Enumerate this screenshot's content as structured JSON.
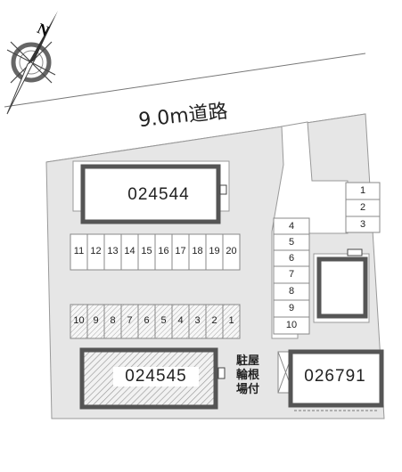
{
  "compass": {
    "icon": "compass-rose-north-icon",
    "north_label": "N"
  },
  "road": {
    "label": "9.0m道路"
  },
  "buildings": [
    {
      "id": "024544",
      "label": "024544"
    },
    {
      "id": "024545",
      "label": "024545"
    },
    {
      "id": "026791",
      "label": "026791"
    }
  ],
  "parking": {
    "top_row": [
      "11",
      "12",
      "13",
      "14",
      "15",
      "16",
      "17",
      "18",
      "19",
      "20"
    ],
    "bottom_row": [
      "10",
      "9",
      "8",
      "7",
      "6",
      "5",
      "4",
      "3",
      "2",
      "1"
    ],
    "column": [
      "4",
      "5",
      "6",
      "7",
      "8",
      "9",
      "10"
    ],
    "small": [
      "1",
      "2",
      "3"
    ]
  },
  "labels": {
    "bike_parking_line1": "駐屋",
    "bike_parking_line2": "輪根",
    "bike_parking_line3": "場付"
  },
  "colors": {
    "lot": "#e6e6e6",
    "road": "#ffffff",
    "building_border": "#555555",
    "line": "#888888"
  }
}
